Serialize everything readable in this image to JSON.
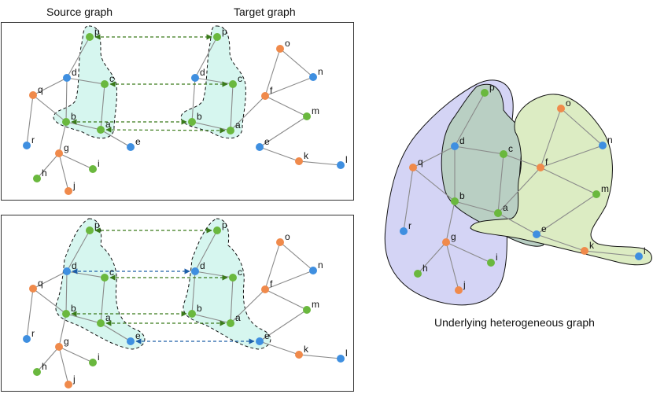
{
  "titles": {
    "source": "Source graph",
    "target": "Target graph",
    "underlying": "Underlying heterogeneous graph"
  },
  "colors": {
    "green": "#6ab83e",
    "orange": "#f08a4b",
    "blue": "#3f8fe0",
    "correspondence_green": "#3a7a1a",
    "correspondence_blue": "#1f5fa8",
    "region_cyan": "#d6f6ef",
    "region_purple": "#d4d4f5",
    "region_teal": "#b9cfc3",
    "region_green": "#dcecc3"
  },
  "node_labels": [
    "p",
    "q",
    "d",
    "c",
    "r",
    "b",
    "a",
    "e",
    "g",
    "i",
    "h",
    "j",
    "o",
    "n",
    "f",
    "m",
    "k",
    "l"
  ]
}
